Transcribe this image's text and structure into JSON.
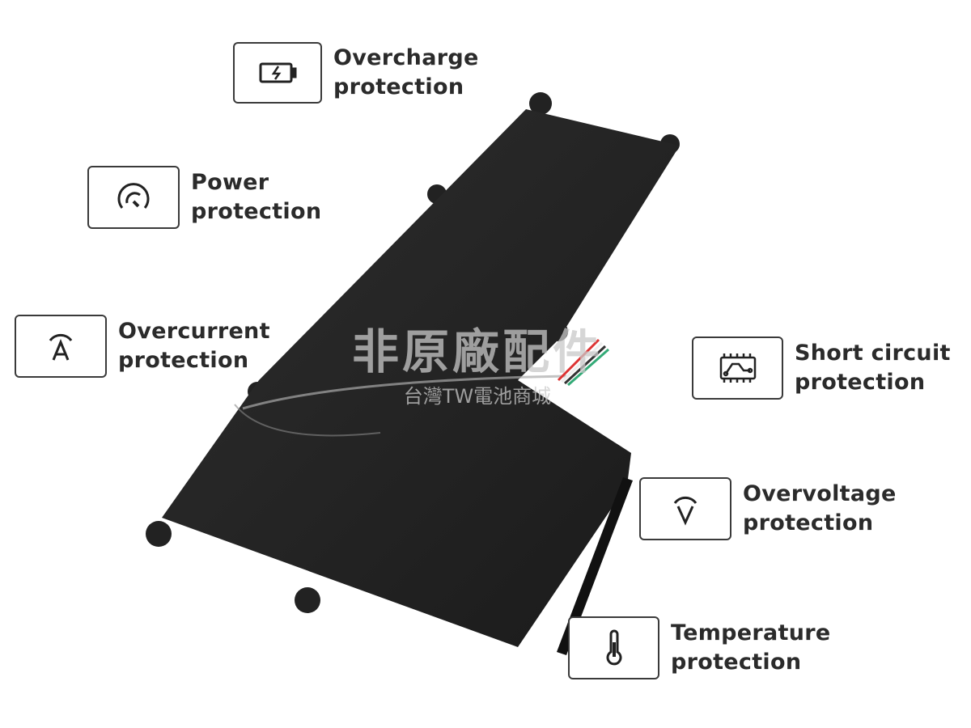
{
  "features": [
    {
      "icon": "battery-charge-icon",
      "line1": "Overcharge",
      "line2": "protection"
    },
    {
      "icon": "gauge-icon",
      "line1": "Power",
      "line2": "protection"
    },
    {
      "icon": "ampere-icon",
      "line1": "Overcurrent",
      "line2": "protection"
    },
    {
      "icon": "circuit-icon",
      "line1": "Short circuit",
      "line2": "protection"
    },
    {
      "icon": "voltage-icon",
      "line1": "Overvoltage",
      "line2": "protection"
    },
    {
      "icon": "thermometer-icon",
      "line1": "Temperature",
      "line2": "protection"
    }
  ],
  "watermark": {
    "line1": "非原廠配件",
    "line2": "台灣TW電池商城"
  }
}
